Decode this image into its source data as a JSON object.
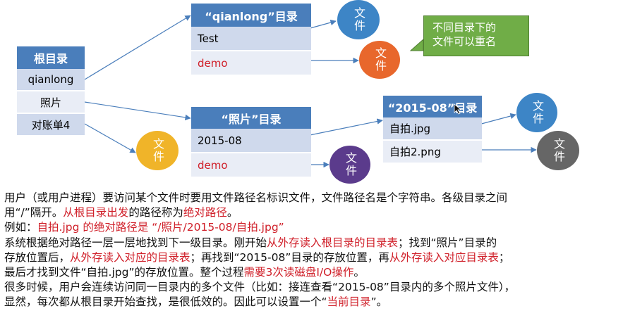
{
  "root_table": {
    "header": "根目录",
    "rows": [
      "qianlong",
      "照片",
      "对账单4"
    ]
  },
  "qianlong_table": {
    "header": "“qianlong”目录",
    "rows": [
      "Test",
      "demo"
    ]
  },
  "photo_table": {
    "header": "“照片”目录",
    "rows": [
      "2015-08",
      "demo"
    ]
  },
  "date_table": {
    "header": "“2015-08”目录",
    "rows": [
      "自拍.jpg",
      "自拍2.png"
    ]
  },
  "file_label": "文件",
  "callout_text": [
    "不同目录下的",
    "文件可以重名"
  ],
  "colors": {
    "header_blue": "#4a7ebb",
    "circle_blue": "#3d85c6",
    "circle_orange": "#e8672c",
    "circle_yellow": "#f0b429",
    "circle_purple": "#5b3b8c",
    "circle_gray": "#666666",
    "callout_green": "#70ad47",
    "highlight_red": "#d0202a"
  },
  "paragraph": {
    "line1": "用户（或用户进程）要访问某个文件时要用文件路径名标识文件，文件路径名是个字符串。各级目录之间",
    "line2a": "用“/”隔开。",
    "line2b": "从根目录出发",
    "line2c": "的路径称为",
    "line2d": "绝对路径",
    "line2e": "。",
    "line3a": "例如：",
    "line3b": "自拍.jpg 的绝对路径是 “/照片/2015-08/自拍.jpg”",
    "line4a": "系统根据绝对路径一层一层地找到下一级目录。刚开始",
    "line4b": "从外存读入根目录的目录表",
    "line4c": "；找到“照片”目录的",
    "line5a": "存放位置后，",
    "line5b": "从外存读入对应的目录表",
    "line5c": "；再找到“2015-08”目录的存放位置，再",
    "line5d": "从外存读入对应目录表",
    "line5e": "；",
    "line6a": "最后才找到文件“自拍.jpg”的存放位置。整个过程",
    "line6b": "需要3次读磁盘I/O操作",
    "line6c": "。",
    "line7": "很多时候，用户会连续访问同一目录内的多个文件（比如：接连查看“2015-08”目录内的多个照片文件），",
    "line8a": "显然，每次都从根目录开始查找，是很低效的。因此可以设置一个“",
    "line8b": "当前目录",
    "line8c": "”。"
  }
}
